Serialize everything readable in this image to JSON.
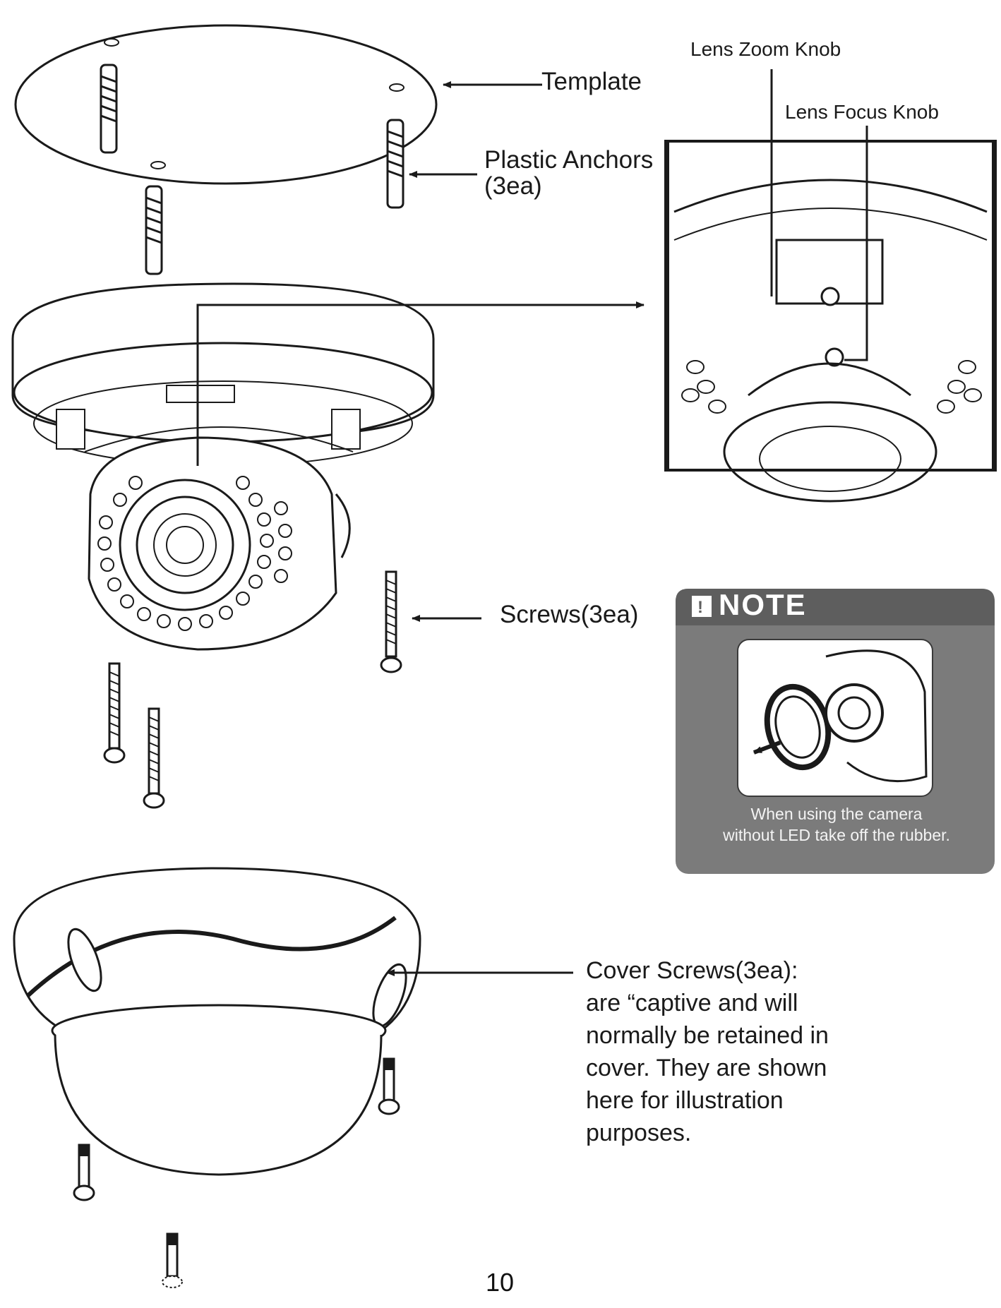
{
  "labels": {
    "template": "Template",
    "plastic_anchors_line1": "Plastic Anchors",
    "plastic_anchors_line2": "(3ea)",
    "lens_zoom_knob": "Lens Zoom Knob",
    "lens_focus_knob": "Lens Focus Knob",
    "screws": "Screws(3ea)"
  },
  "cover_screws": {
    "text": "Cover Screws(3ea):\nare “captive and will\nnormally be retained in\ncover. They are shown\nhere for illustration\npurposes."
  },
  "note": {
    "title": "NOTE",
    "caption": "When using the camera\nwithout LED take off the rubber."
  },
  "page_number": "10",
  "colors": {
    "note_bg": "#7b7b7b",
    "note_header": "#5e5e5e",
    "line": "#1a1a1a"
  }
}
